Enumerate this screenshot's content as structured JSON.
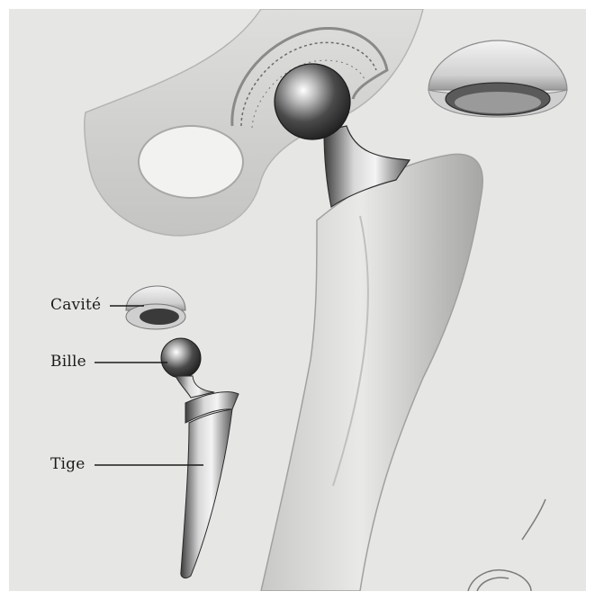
{
  "labels": {
    "cup": "Cavité",
    "ball": "Bille",
    "stem": "Tige"
  },
  "colors": {
    "paper": "#e6e6e4",
    "frame": "#ffffff",
    "bone": "#d2d2d0",
    "bone_shadow": "#9c9c9a",
    "metal_dark": "#3a3a3a",
    "metal_light": "#f2f2f2",
    "ink": "#1b1b1b"
  }
}
